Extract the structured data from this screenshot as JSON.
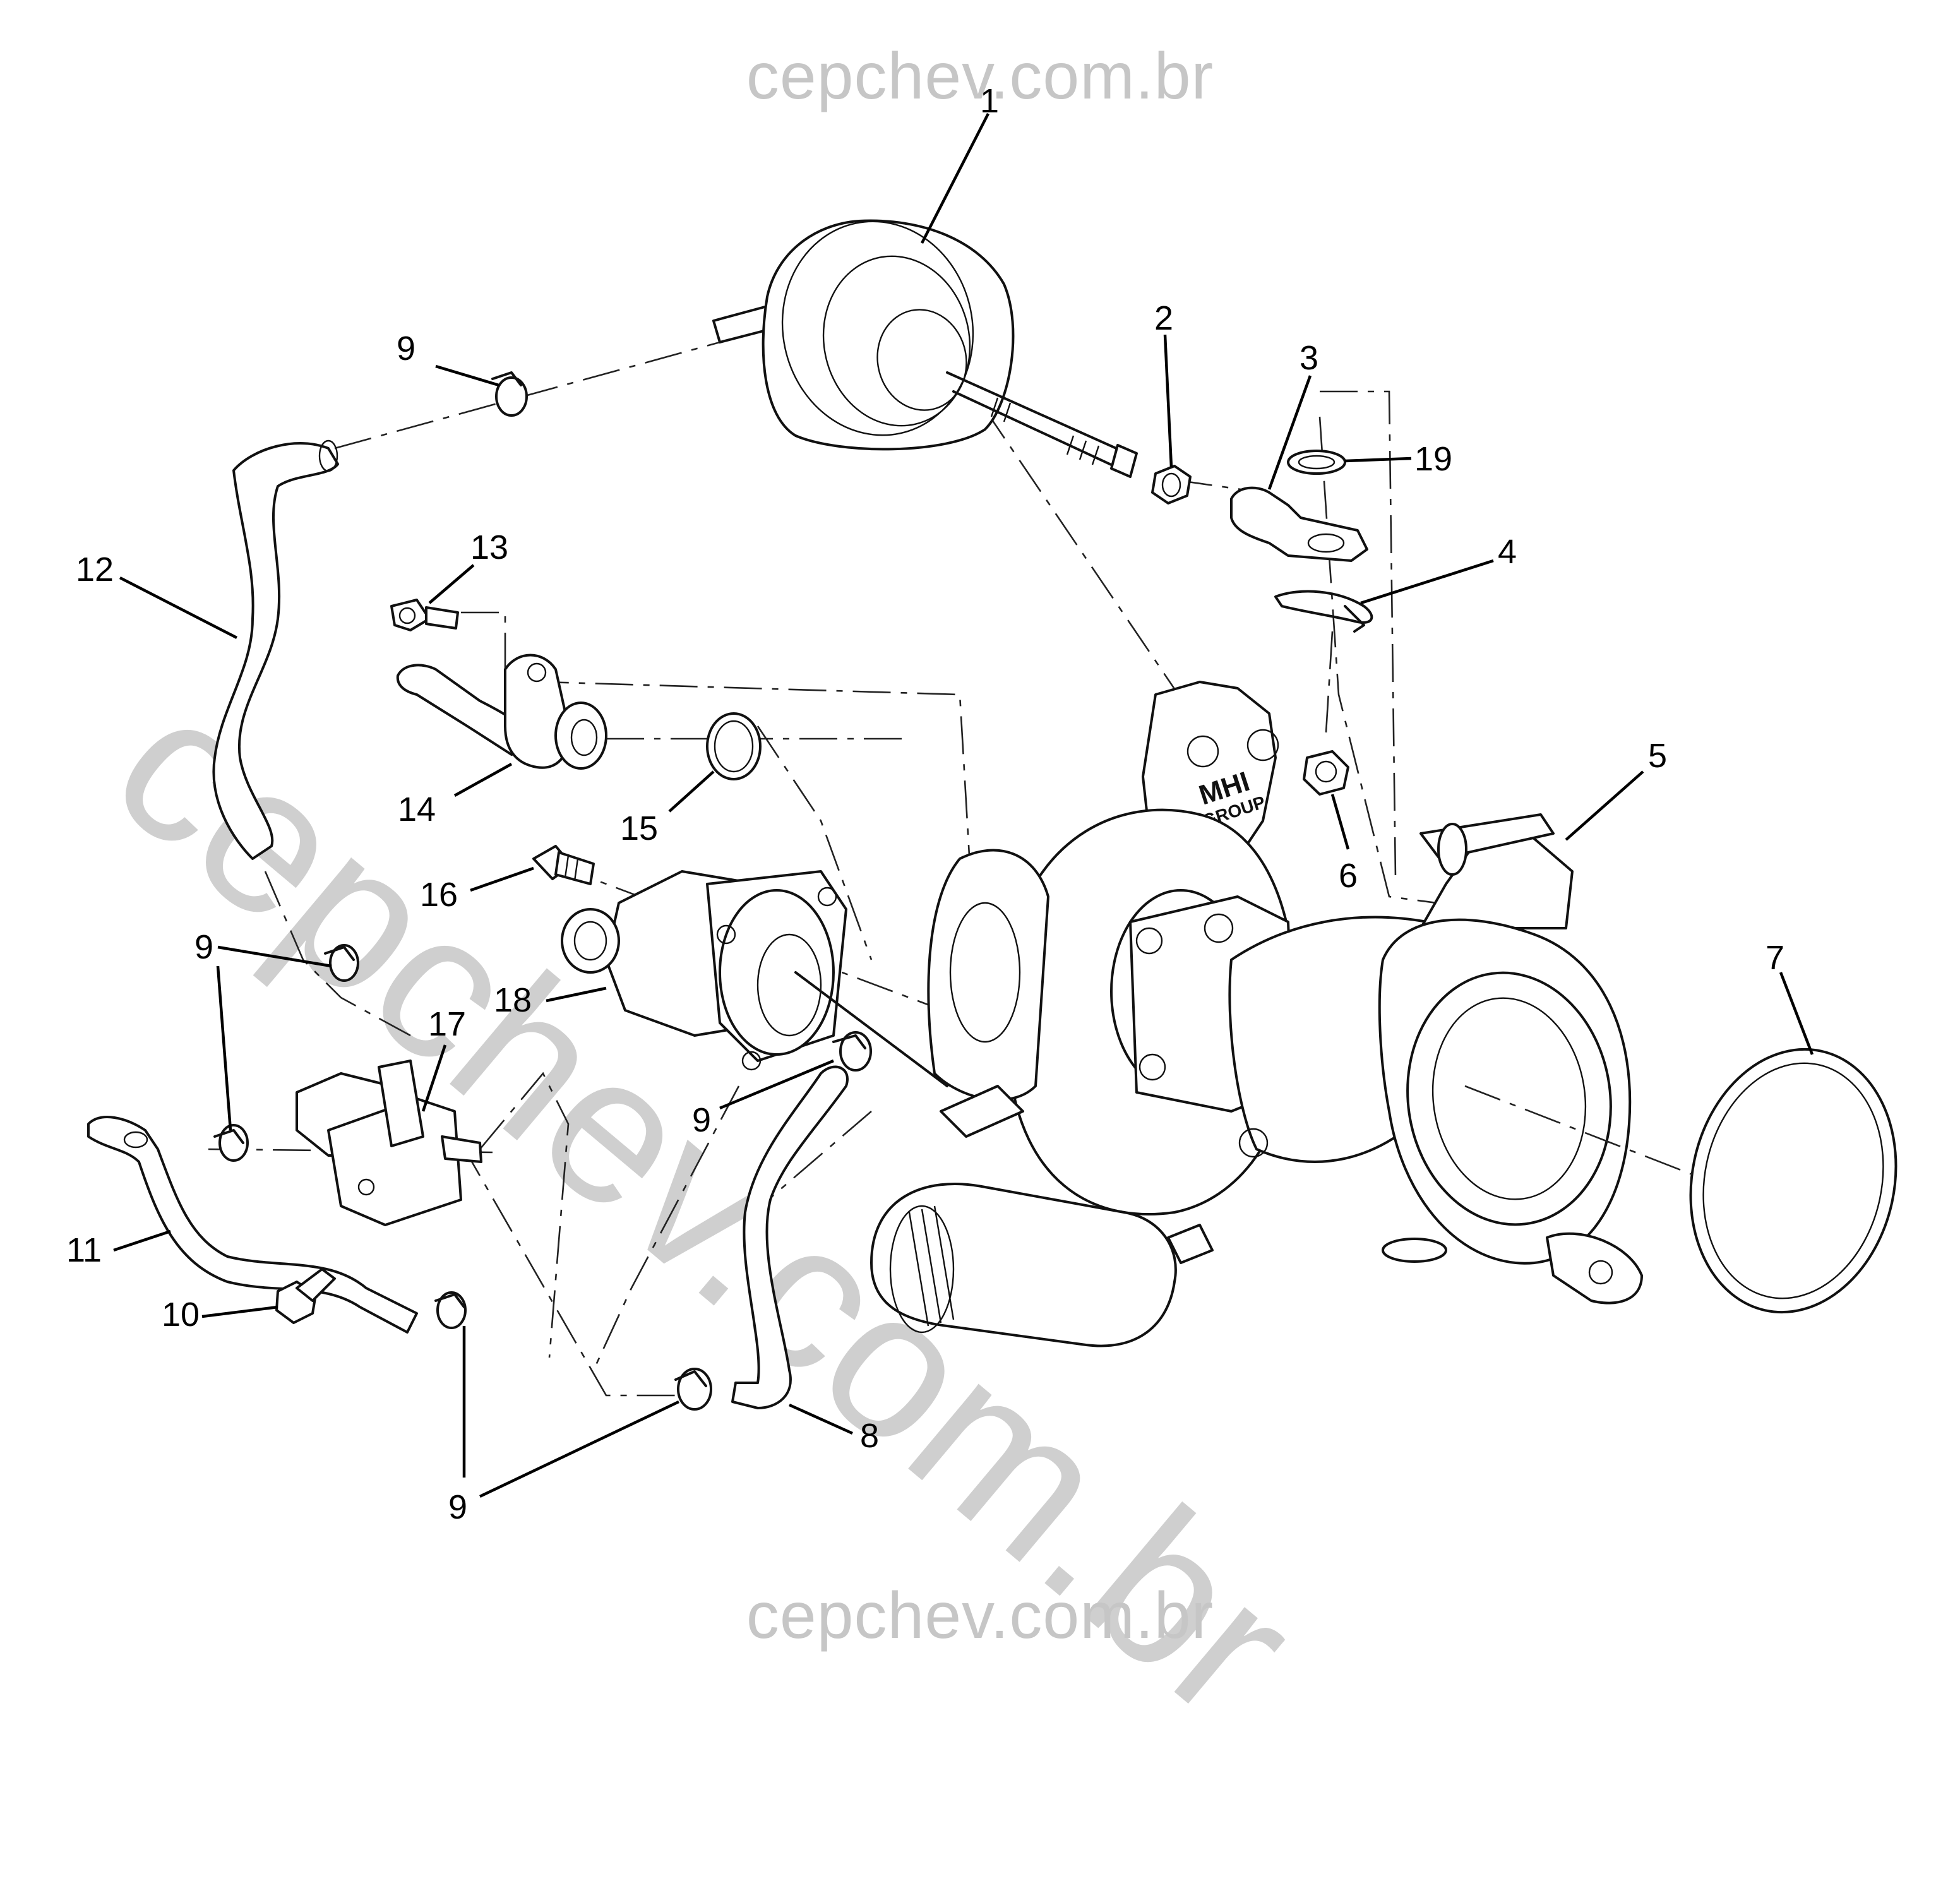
{
  "watermark": {
    "top": "cepchev.com.br",
    "bottom": "cepchev.com.br",
    "diagonal": "cepchev.com.br"
  },
  "callouts": {
    "c1": "1",
    "c2": "2",
    "c3": "3",
    "c4": "4",
    "c5": "5",
    "c6": "6",
    "c7": "7",
    "c8": "8",
    "c9a": "9",
    "c9b": "9",
    "c9c": "9",
    "c9d": "9",
    "c10": "10",
    "c11": "11",
    "c12": "12",
    "c13": "13",
    "c14": "14",
    "c15": "15",
    "c16": "16",
    "c17": "17",
    "c18": "18",
    "c19": "19"
  },
  "emboss": {
    "maker_line1": "MHI",
    "maker_line2": "GROUP"
  }
}
